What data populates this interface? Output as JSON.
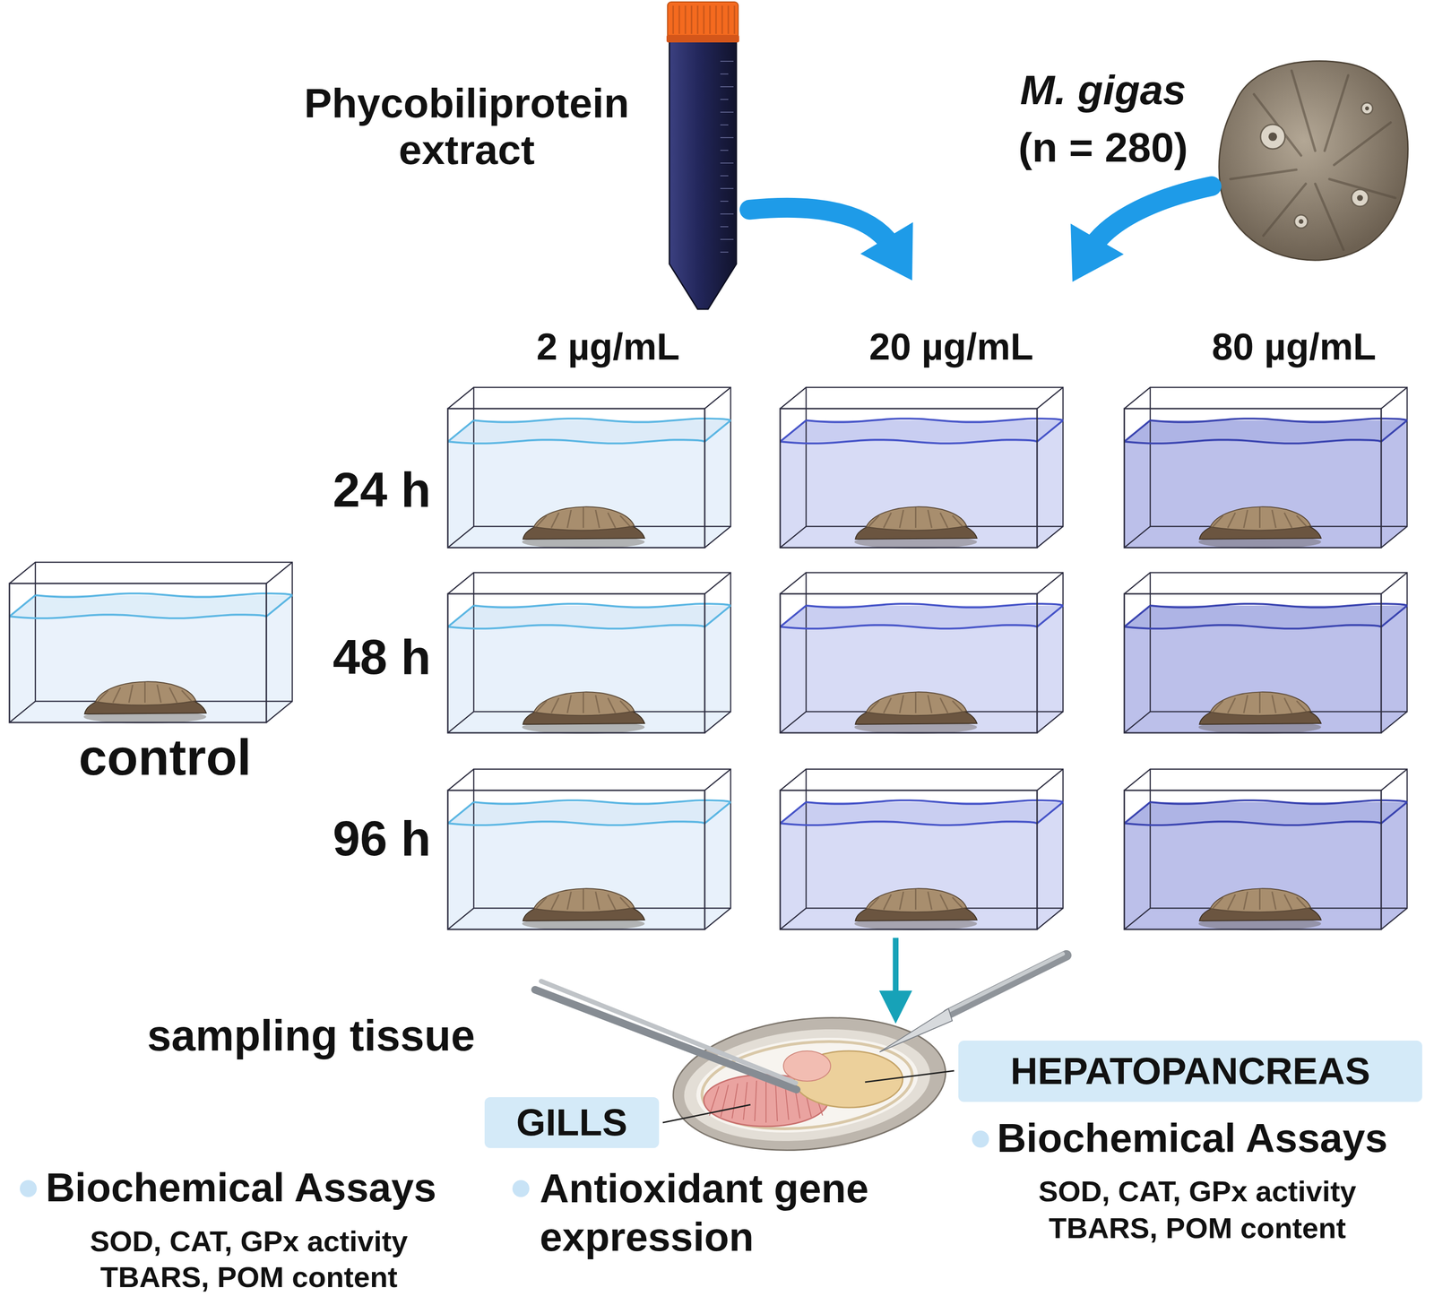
{
  "diagram": {
    "nodes": [
      {
        "text": [
          "GILLS"
        ]
      },
      {
        "text": [
          "HEPATOPANCREAS"
        ]
      }
    ],
    "labels": [
      "Phycobiliprotein extract",
      "M. gigas",
      "(n = 280)",
      "2 µg/mL",
      "20 µg/mL",
      "80 µg/mL",
      "24 h",
      "48 h",
      "96 h",
      "control",
      "sampling tissue",
      "Biochemical Assays",
      "SOD, CAT, GPx activity",
      "TBARS, POM content",
      "Antioxidant gene expression",
      "Biochemical Assays",
      "SOD, CAT, GPx activity",
      "TBARS, POM content"
    ]
  }
}
